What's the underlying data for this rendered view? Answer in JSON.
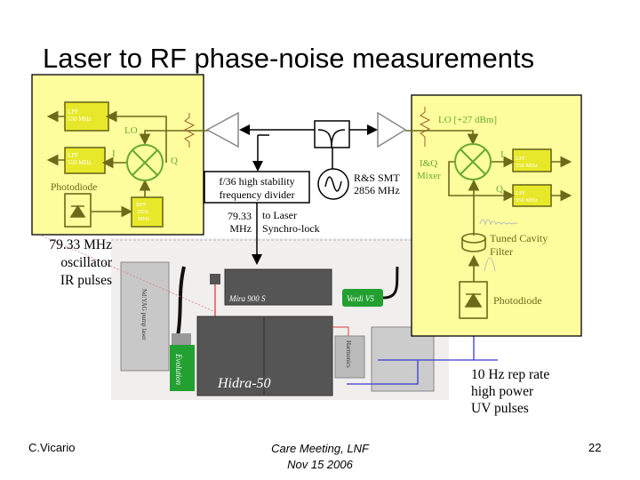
{
  "slide": {
    "title": "Laser to RF phase-noise measurements",
    "left_panel": {
      "lpf_top": [
        "LPF",
        "550 MHz"
      ],
      "lpf_bottom": [
        "LPF",
        "550 MHz"
      ],
      "lo": "LO",
      "i": "I",
      "q": "Q",
      "photodiode": "Photodiode",
      "bpf": [
        "BPF",
        "2856",
        "MHz"
      ]
    },
    "center": {
      "divider": [
        "f/36 high stability",
        "frequency divider"
      ],
      "source": [
        "R&S SMT",
        "2856 MHz"
      ],
      "freq": [
        "79.33",
        "MHz"
      ],
      "sync": [
        "to Laser",
        "Synchro-lock"
      ]
    },
    "right_panel": {
      "lo": "LO [+27 dBm]",
      "mixer": [
        "I&Q",
        "Mixer"
      ],
      "i": "I",
      "q": "Q",
      "lpf_top": [
        "LPF",
        "550 MHz"
      ],
      "lpf_bottom": [
        "LPF",
        "550 MHz"
      ],
      "cavity": [
        "Tuned Cavity",
        "Filter"
      ],
      "photodiode": "Photodiode"
    },
    "laser_layout": {
      "pump": "Nd:YAG pump laser",
      "evolution": "Evolution",
      "mira": "Mira 900 S",
      "verdi": "Verdi V5",
      "hidra": "Hidra-50",
      "harmonics": "Harmonics"
    },
    "left_label": [
      "79.33 MHz",
      "oscillator",
      "IR  pulses"
    ],
    "uv_label": [
      "10 Hz rep rate",
      "high power",
      "UV pulses"
    ],
    "footer": {
      "author": "C.Vicario",
      "event": [
        "Care Meeting, LNF",
        "Nov 15 2006"
      ],
      "page": "22"
    },
    "colors": {
      "panel": "#fdfd9e",
      "filter": "#e8e82a",
      "schematic": "#6b6b1a",
      "mixer": "#6aa832",
      "beam_blue": "#3a3ad0",
      "beam_red": "#e04040"
    }
  }
}
